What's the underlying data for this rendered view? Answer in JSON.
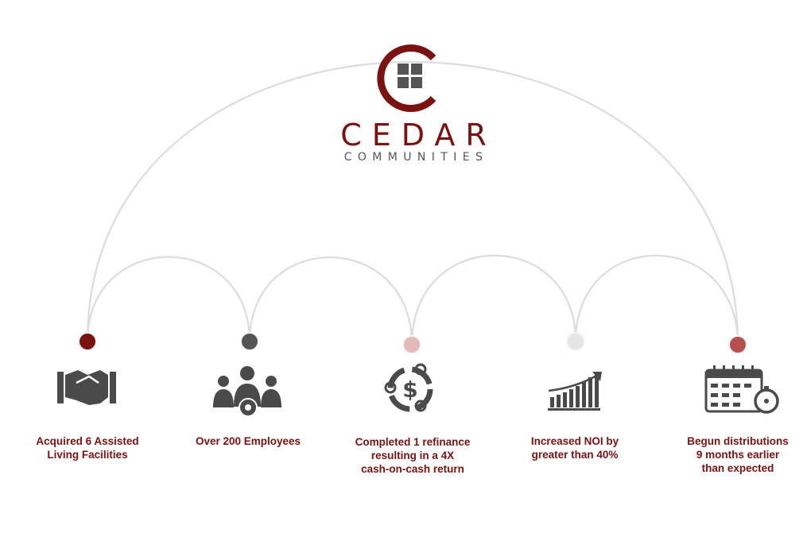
{
  "logo": {
    "name": "CEDAR",
    "tagline": "COMMUNITIES",
    "brand_color": "#7a1212",
    "mark_icon": "c-window-logo-icon"
  },
  "colors": {
    "arc": "#dcdcdc",
    "caption": "#7a1212",
    "icon": "#4a4a4a"
  },
  "milestones": [
    {
      "label_lines": [
        "Acquired 6 Assisted",
        "Living Facilities"
      ],
      "icon": "handshake-icon",
      "dot_color": "#7a1212"
    },
    {
      "label_lines": [
        "Over 200 Employees"
      ],
      "icon": "team-gear-icon",
      "dot_color": "#555555"
    },
    {
      "label_lines": [
        "Completed 1 refinance",
        "resulting in a 4X",
        "cash-on-cash return"
      ],
      "icon": "dollar-gears-icon",
      "dot_color": "#e3b9b9"
    },
    {
      "label_lines": [
        "Increased NOI by",
        "greater than 40%"
      ],
      "icon": "growth-chart-icon",
      "dot_color": "#e6e6e6"
    },
    {
      "label_lines": [
        "Begun distributions",
        "9 months earlier",
        "than expected"
      ],
      "icon": "calendar-clock-icon",
      "dot_color": "#b5504e"
    }
  ]
}
